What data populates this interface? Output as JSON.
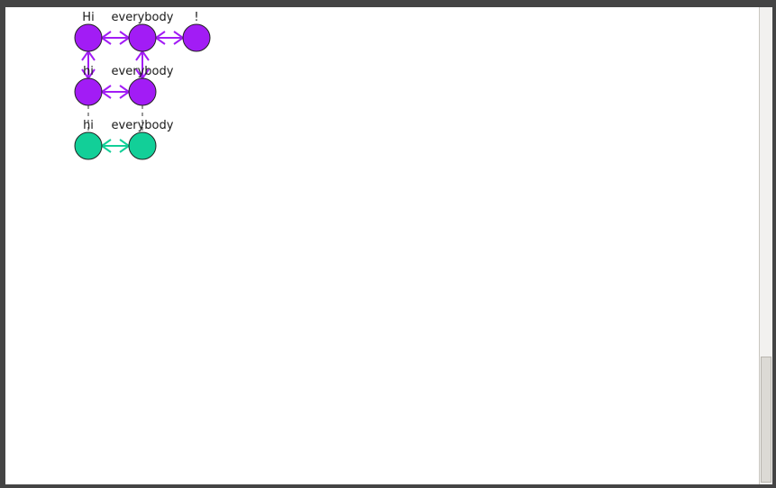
{
  "graph": {
    "colors": {
      "purple": "#a21cf5",
      "green": "#12cf98",
      "outline": "#222222",
      "dashed_link": "#333333"
    },
    "rows": [
      {
        "id": "row1",
        "color": "purple",
        "tokens": [
          {
            "label": "Hi"
          },
          {
            "label": "everybody"
          },
          {
            "label": "!"
          }
        ]
      },
      {
        "id": "row2",
        "color": "purple",
        "tokens": [
          {
            "label": "hi"
          },
          {
            "label": "everybody"
          }
        ]
      },
      {
        "id": "row3",
        "color": "green",
        "tokens": [
          {
            "label": "hi"
          },
          {
            "label": "everybody"
          }
        ]
      }
    ]
  }
}
